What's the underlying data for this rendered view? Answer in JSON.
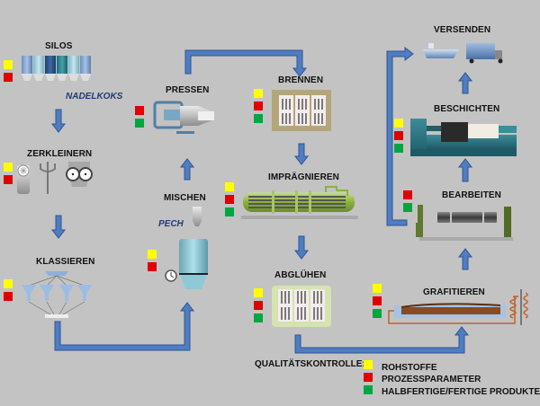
{
  "steps": {
    "silos": {
      "label": "SILOS",
      "sublabel": "NADELKOKS",
      "checks": [
        "rohstoffe",
        "prozessparameter"
      ]
    },
    "zerkleinern": {
      "label": "ZERKLEINERN",
      "checks": [
        "rohstoffe",
        "prozessparameter"
      ]
    },
    "klassieren": {
      "label": "KLASSIEREN",
      "checks": [
        "rohstoffe",
        "prozessparameter"
      ]
    },
    "mischen": {
      "label": "MISCHEN",
      "sublabel": "PECH",
      "checks": [
        "rohstoffe",
        "prozessparameter"
      ]
    },
    "pressen": {
      "label": "PRESSEN",
      "checks": [
        "prozessparameter",
        "halbfertige_fertige_produkte"
      ]
    },
    "brennen": {
      "label": "BRENNEN",
      "checks": [
        "rohstoffe",
        "prozessparameter",
        "halbfertige_fertige_produkte"
      ]
    },
    "impraegnieren": {
      "label": "IMPRÄGNIEREN",
      "checks": [
        "rohstoffe",
        "prozessparameter",
        "halbfertige_fertige_produkte"
      ]
    },
    "abgluehen": {
      "label": "ABGLÜHEN",
      "checks": [
        "rohstoffe",
        "prozessparameter",
        "halbfertige_fertige_produkte"
      ]
    },
    "grafitieren": {
      "label": "GRAFITIEREN",
      "checks": [
        "rohstoffe",
        "prozessparameter",
        "halbfertige_fertige_produkte"
      ]
    },
    "bearbeiten": {
      "label": "BEARBEITEN",
      "checks": [
        "prozessparameter",
        "halbfertige_fertige_produkte"
      ]
    },
    "beschichten": {
      "label": "BESCHICHTEN",
      "checks": [
        "rohstoffe",
        "prozessparameter",
        "halbfertige_fertige_produkte"
      ]
    },
    "versenden": {
      "label": "VERSENDEN",
      "checks": []
    }
  },
  "flow": [
    "SILOS",
    "ZERKLEINERN",
    "KLASSIEREN",
    "MISCHEN",
    "PRESSEN",
    "BRENNEN",
    "IMPRÄGNIEREN",
    "ABGLÜHEN",
    "GRAFITIEREN",
    "BEARBEITEN",
    "BESCHICHTEN",
    "VERSENDEN"
  ],
  "legend": {
    "title": "QUALITÄTSKONTROLLE:",
    "items": [
      {
        "key": "rohstoffe",
        "label": "ROHSTOFFE",
        "color": "#ffff00"
      },
      {
        "key": "prozessparameter",
        "label": "PROZESSPARAMETER",
        "color": "#e00000"
      },
      {
        "key": "halbfertige_fertige_produkte",
        "label": "HALBFERTIGE/FERTIGE PRODUKTE",
        "color": "#00a63f"
      }
    ]
  },
  "colors": {
    "background": "#c3c3c3",
    "arrow": "#4f7dbf",
    "arrow_edge": "#2f5597"
  }
}
